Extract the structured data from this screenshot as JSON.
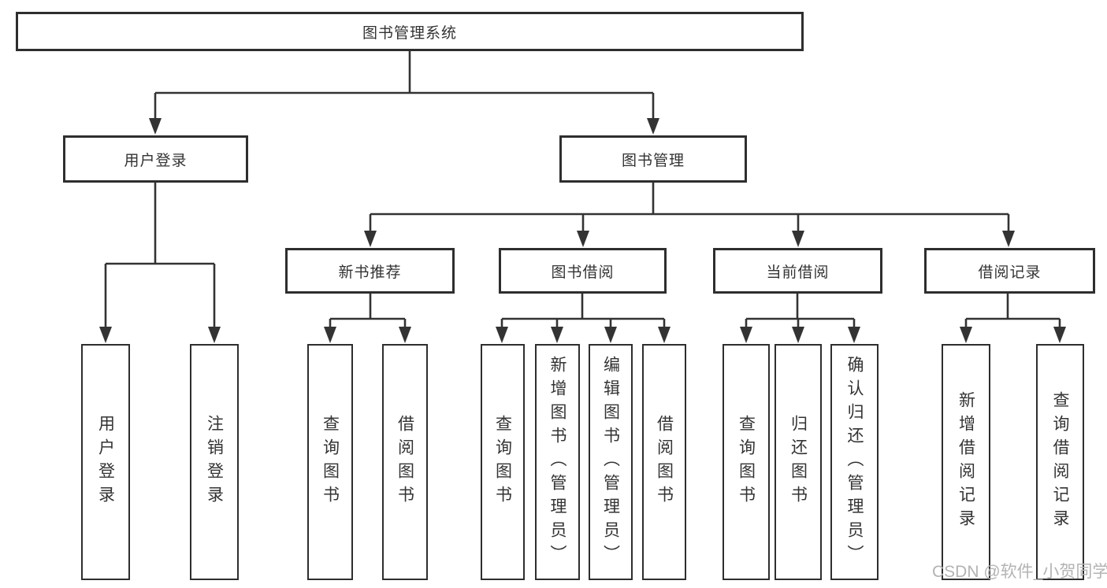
{
  "title": "图书管理系统",
  "colors": {
    "line": "#333333",
    "border": "#2e2e2e",
    "text": "#333333",
    "background": "#ffffff",
    "watermark": "#b3b3b3"
  },
  "tree": {
    "root": {
      "label": "图书管理系统"
    },
    "level2": [
      {
        "label": "用户登录"
      },
      {
        "label": "图书管理"
      }
    ],
    "level3": [
      {
        "label": "新书推荐"
      },
      {
        "label": "图书借阅"
      },
      {
        "label": "当前借阅"
      },
      {
        "label": "借阅记录"
      }
    ],
    "leaves": {
      "user_login": [
        "用户登录",
        "注销登录"
      ],
      "new_book": [
        "查询图书",
        "借阅图书"
      ],
      "book_borrow": [
        "查询图书",
        "新增图书（管理员）",
        "编辑图书（管理员）",
        "借阅图书"
      ],
      "current_borrow": [
        "查询图书",
        "归还图书",
        "确认归还（管理员）"
      ],
      "borrow_record": [
        "新增借阅记录",
        "查询借阅记录"
      ]
    }
  },
  "watermark": "CSDN @软件_小贺同学"
}
